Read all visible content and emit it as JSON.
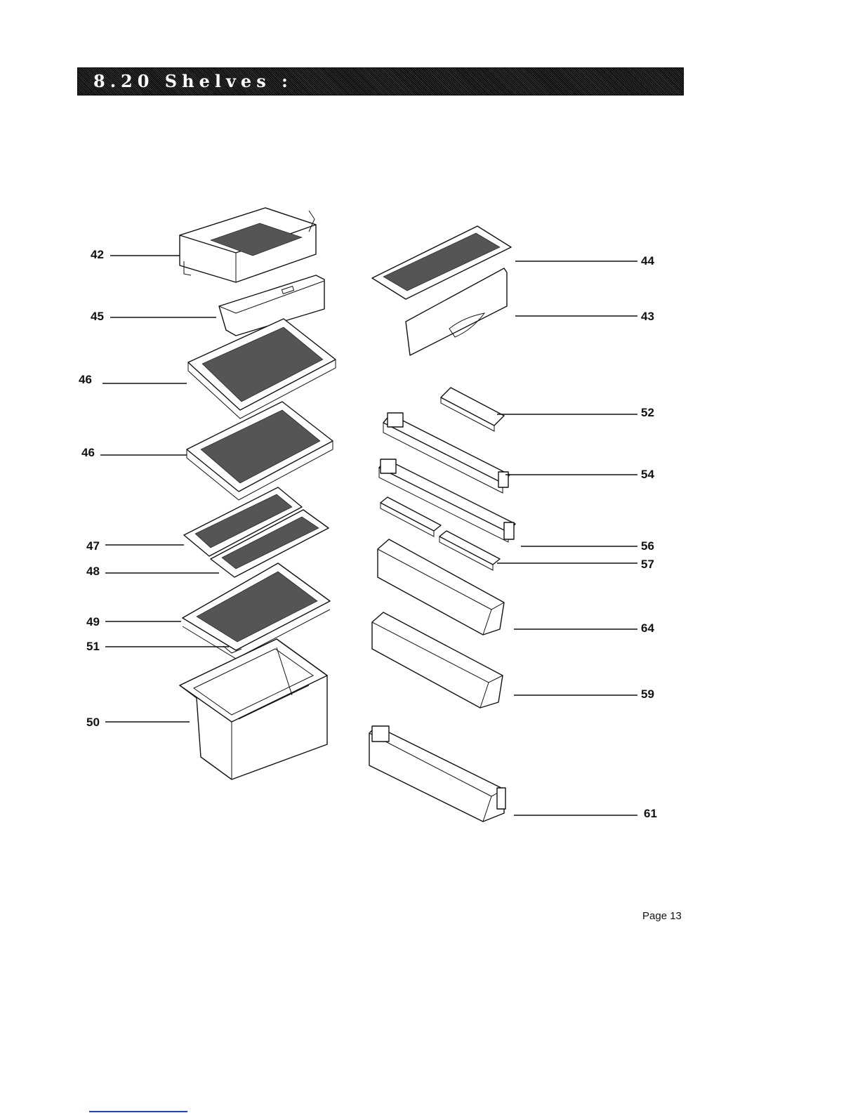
{
  "header": {
    "title": "8.20 Shelves :"
  },
  "parts": [
    {
      "id": "p42",
      "label": "42"
    },
    {
      "id": "p45",
      "label": "45"
    },
    {
      "id": "p46a",
      "label": "46"
    },
    {
      "id": "p46b",
      "label": "46"
    },
    {
      "id": "p47",
      "label": "47"
    },
    {
      "id": "p48",
      "label": "48"
    },
    {
      "id": "p49",
      "label": "49"
    },
    {
      "id": "p51",
      "label": "51"
    },
    {
      "id": "p50",
      "label": "50"
    },
    {
      "id": "p44",
      "label": "44"
    },
    {
      "id": "p43",
      "label": "43"
    },
    {
      "id": "p52",
      "label": "52"
    },
    {
      "id": "p54",
      "label": "54"
    },
    {
      "id": "p56",
      "label": "56"
    },
    {
      "id": "p57",
      "label": "57"
    },
    {
      "id": "p64",
      "label": "64"
    },
    {
      "id": "p59",
      "label": "59"
    },
    {
      "id": "p61",
      "label": "61"
    }
  ],
  "footer": {
    "page_label": "Page 13"
  }
}
